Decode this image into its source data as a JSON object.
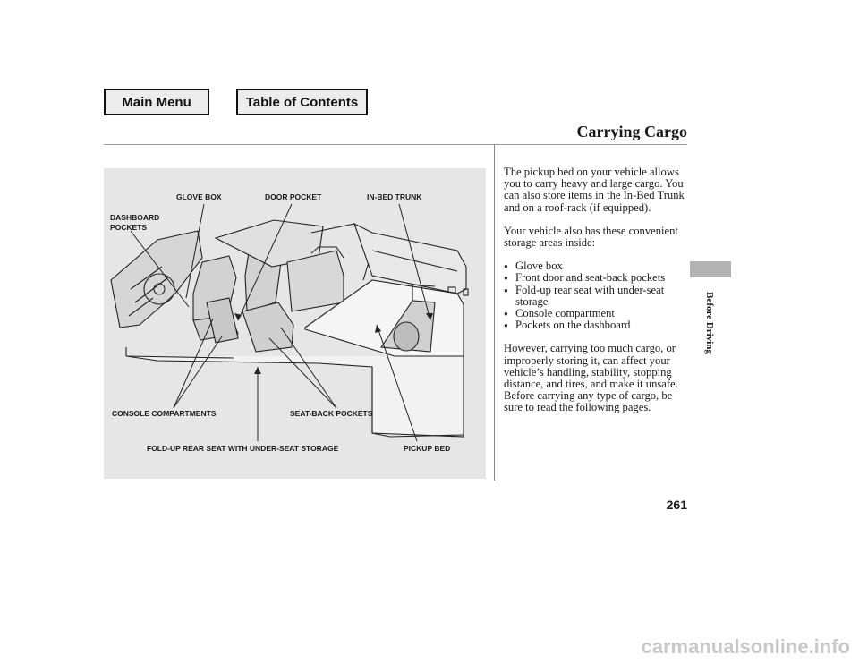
{
  "nav": {
    "main_menu": "Main Menu",
    "table_of_contents": "Table of Contents"
  },
  "header": {
    "title": "Carrying Cargo"
  },
  "figure": {
    "callouts": {
      "glove_box": "GLOVE BOX",
      "door_pocket": "DOOR POCKET",
      "in_bed_trunk": "IN-BED TRUNK",
      "dashboard_pockets_line1": "DASHBOARD",
      "dashboard_pockets_line2": "POCKETS",
      "console_compartments": "CONSOLE COMPARTMENTS",
      "seat_back_pockets": "SEAT-BACK POCKETS",
      "fold_up_rear_seat": "FOLD-UP REAR SEAT WITH UNDER-SEAT STORAGE",
      "pickup_bed": "PICKUP BED"
    }
  },
  "body": {
    "para1": "The pickup bed on your vehicle allows you to carry heavy and large cargo. You can also store items in the In-Bed Trunk and on a roof-rack (if equipped).",
    "para2": "Your vehicle also has these convenient storage areas inside:",
    "bullets": [
      "Glove box",
      "Front door and seat-back pockets",
      "Fold-up rear seat with under-seat storage",
      "Console compartment",
      "Pockets on the dashboard"
    ],
    "para3": "However, carrying too much cargo, or improperly storing it, can affect your vehicle’s handling, stability, stopping distance, and tires, and make it unsafe. Before carrying any type of cargo, be sure to read the following pages."
  },
  "sidebar": {
    "section_label": "Before Driving"
  },
  "footer": {
    "page_number": "261",
    "watermark": "carmanualsonline.info"
  }
}
